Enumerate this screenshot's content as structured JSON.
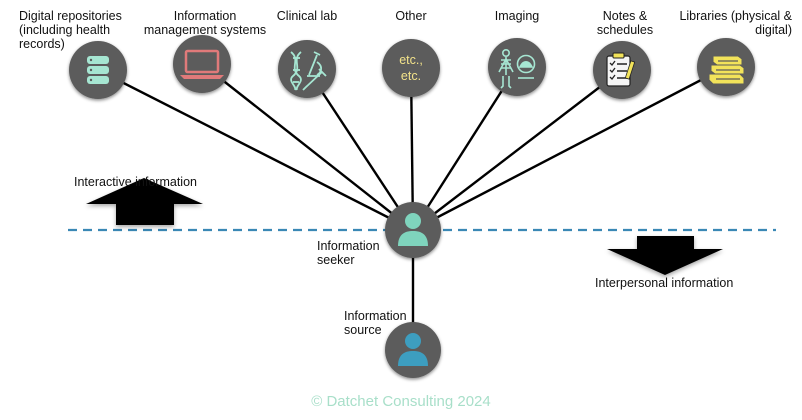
{
  "sources": [
    {
      "id": "digital-repositories",
      "label_lines": [
        "Digital repositories",
        "(including health",
        "records)"
      ],
      "icon": "database-icon"
    },
    {
      "id": "information-management-systems",
      "label_lines": [
        "Information",
        "management systems"
      ],
      "icon": "laptop-icon"
    },
    {
      "id": "clinical-lab",
      "label_lines": [
        "Clinical lab"
      ],
      "icon": "dna-microscope-syringe-icon"
    },
    {
      "id": "other",
      "label_lines": [
        "Other"
      ],
      "icon": "etc-text-icon",
      "icon_text": "etc., etc."
    },
    {
      "id": "imaging",
      "label_lines": [
        "Imaging"
      ],
      "icon": "skeleton-scan-icon"
    },
    {
      "id": "notes-schedules",
      "label_lines": [
        "Notes &",
        "schedules"
      ],
      "icon": "clipboard-checklist-icon"
    },
    {
      "id": "libraries",
      "label_lines": [
        "Libraries (physical &",
        "digital)"
      ],
      "icon": "books-icon"
    }
  ],
  "seeker": {
    "label_lines": [
      "Information",
      "seeker"
    ],
    "icon": "person-icon"
  },
  "source": {
    "label_lines": [
      "Information",
      "source"
    ],
    "icon": "person-icon"
  },
  "interactive": {
    "label": "Interactive information",
    "icon": "arrow-up-icon"
  },
  "interpersonal": {
    "label": "Interpersonal information",
    "icon": "arrow-down-icon"
  },
  "copyright": "© Datchet Consulting 2024",
  "colors": {
    "node_fill": "#5b5b5b",
    "person_seeker": "#7fd4bd",
    "person_source": "#3d9ec0",
    "db_icon": "#a6e6d2",
    "laptop_icon": "#e07a7a",
    "lab_icon": "#a6e6d2",
    "etc_text": "#f2e28a",
    "imaging_icon": "#a6e6d2",
    "books_icon": "#f2e35a",
    "dashed_line": "#3a88b5",
    "copyright": "#a8dfc9"
  }
}
